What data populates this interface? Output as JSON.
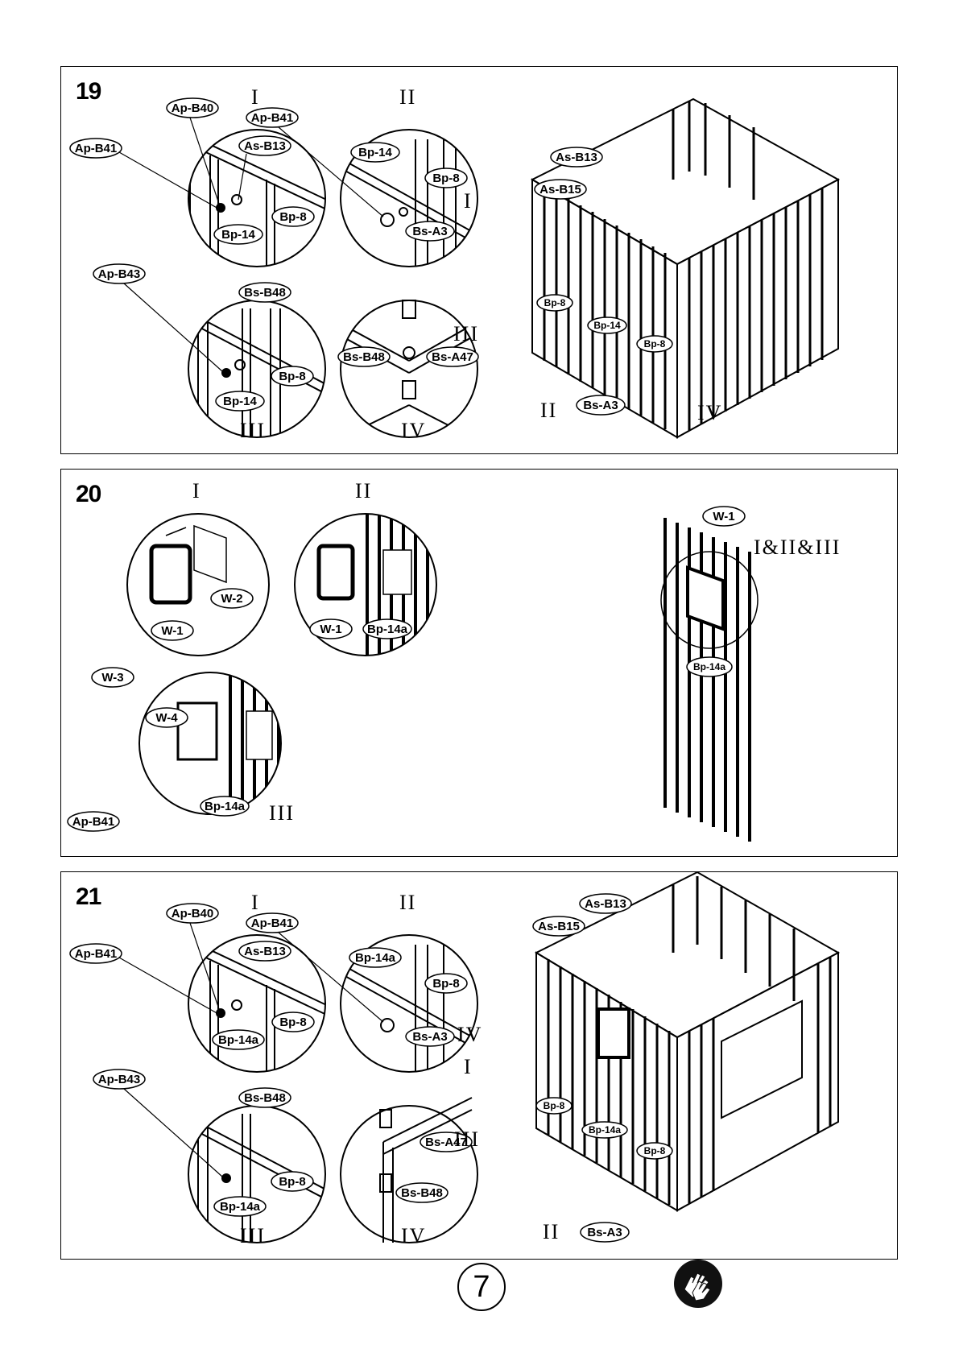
{
  "page_number": "7",
  "steps": [
    {
      "number": "19",
      "roman": [
        "I",
        "II",
        "III",
        "IV"
      ],
      "detail_I": [
        "Ap-B40",
        "Ap-B41",
        "As-B13",
        "Bp-8",
        "Bp-14"
      ],
      "detail_II": [
        "Ap-B41",
        "Bp-14",
        "Bp-8",
        "Bs-A3"
      ],
      "detail_III": [
        "Ap-B43",
        "Bs-B48",
        "Bp-8",
        "Bp-14"
      ],
      "detail_IV": [
        "Bs-B48",
        "Bs-A47"
      ],
      "main": [
        "As-B13",
        "As-B15",
        "Bp-8",
        "Bp-14",
        "Bp-8",
        "Bs-A3"
      ],
      "main_roman": [
        "I",
        "III",
        "II",
        "IV"
      ]
    },
    {
      "number": "20",
      "roman": [
        "I",
        "II",
        "III"
      ],
      "detail_I": [
        "W-2",
        "W-1"
      ],
      "detail_II": [
        "W-1",
        "Bp-14a"
      ],
      "detail_III": [
        "W-3",
        "W-4",
        "Ap-B41",
        "Bp-14a"
      ],
      "main": [
        "W-1",
        "Bp-14a"
      ],
      "main_roman": "I&II&III"
    },
    {
      "number": "21",
      "roman": [
        "I",
        "II",
        "III",
        "IV"
      ],
      "detail_I": [
        "Ap-B40",
        "Ap-B41",
        "As-B13",
        "Bp-8",
        "Bp-14a"
      ],
      "detail_II": [
        "Ap-B41",
        "Bp-14a",
        "Bp-8",
        "Bs-A3"
      ],
      "detail_III": [
        "Ap-B43",
        "Bs-B48",
        "Bp-8",
        "Bp-14a"
      ],
      "detail_IV": [
        "Bs-A47",
        "Bs-B48"
      ],
      "main": [
        "As-B13",
        "As-B15",
        "Bp-8",
        "Bp-14a",
        "Bp-8",
        "Bs-A3"
      ],
      "main_roman": [
        "IV",
        "I",
        "III",
        "II"
      ]
    }
  ]
}
